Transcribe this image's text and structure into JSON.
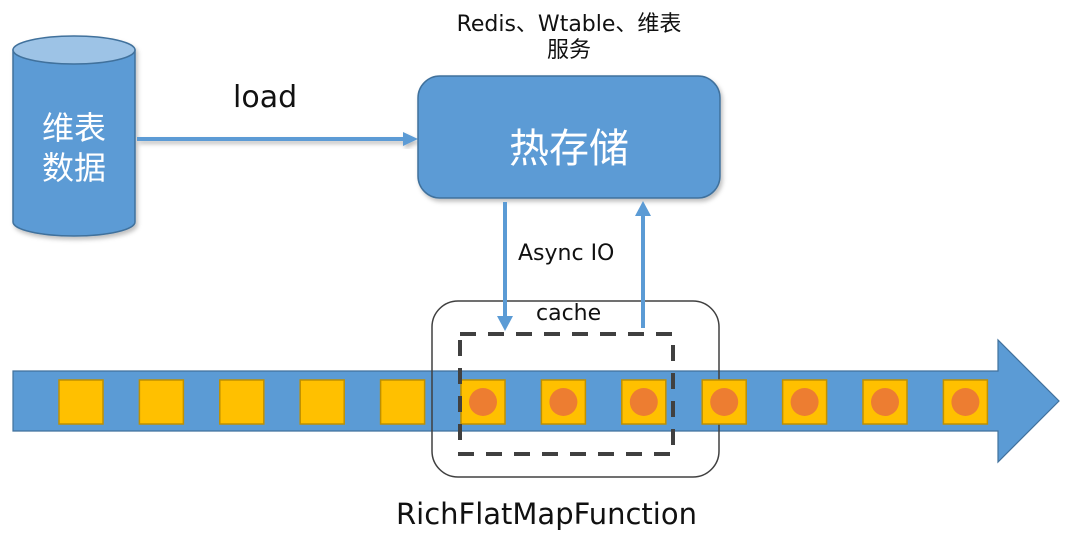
{
  "diagram": {
    "db": {
      "label_line1": "维表",
      "label_line2": "数据"
    },
    "load_label": "load",
    "hot_storage": {
      "label": "热存储",
      "caption_line1": "Redis、Wtable、维表",
      "caption_line2": "服务"
    },
    "async_label": "Async IO",
    "cache_label": "cache",
    "function_label": "RichFlatMapFunction",
    "stream": {
      "element_count": 12,
      "elements_with_marker": [
        5,
        6,
        7,
        8,
        9,
        10,
        11
      ]
    },
    "colors": {
      "blue": "#5b9bd5",
      "blue_dark": "#41719c",
      "yellow": "#ffc000",
      "yellow_border": "#bf9000",
      "orange": "#ed7d31",
      "dash": "#404040"
    }
  }
}
